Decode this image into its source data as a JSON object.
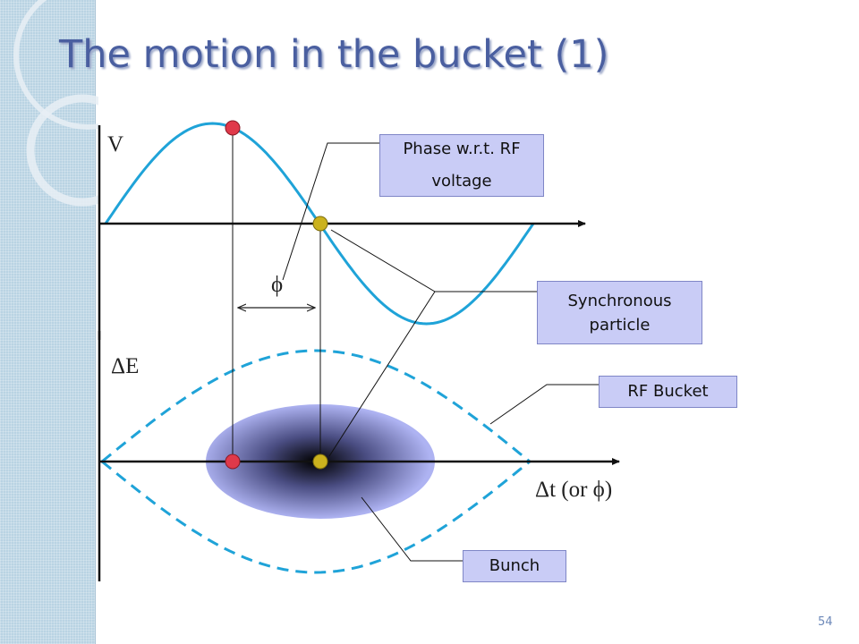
{
  "slide": {
    "title": "The motion in the bucket (1)",
    "page_number": "54"
  },
  "diagram": {
    "axis_labels": {
      "voltage": "V",
      "energy": "ΔE",
      "phase": "ϕ",
      "time": "Δt (or ϕ)"
    },
    "callouts": {
      "phase_line1": "Phase w.r.t. RF",
      "phase_line2": "voltage",
      "sync_line1": "Synchronous",
      "sync_line2": "particle",
      "bucket": "RF Bucket",
      "bunch": "Bunch"
    },
    "colors": {
      "sine_wave": "#1fa3d8",
      "bucket_boundary": "#1fa3d8",
      "red_particle": "#e0394a",
      "sync_particle": "#cbb21e",
      "bunch_fill": "#aeb3f2",
      "callout_fill": "#c9ccf6",
      "title": "#4a5fa0"
    }
  }
}
